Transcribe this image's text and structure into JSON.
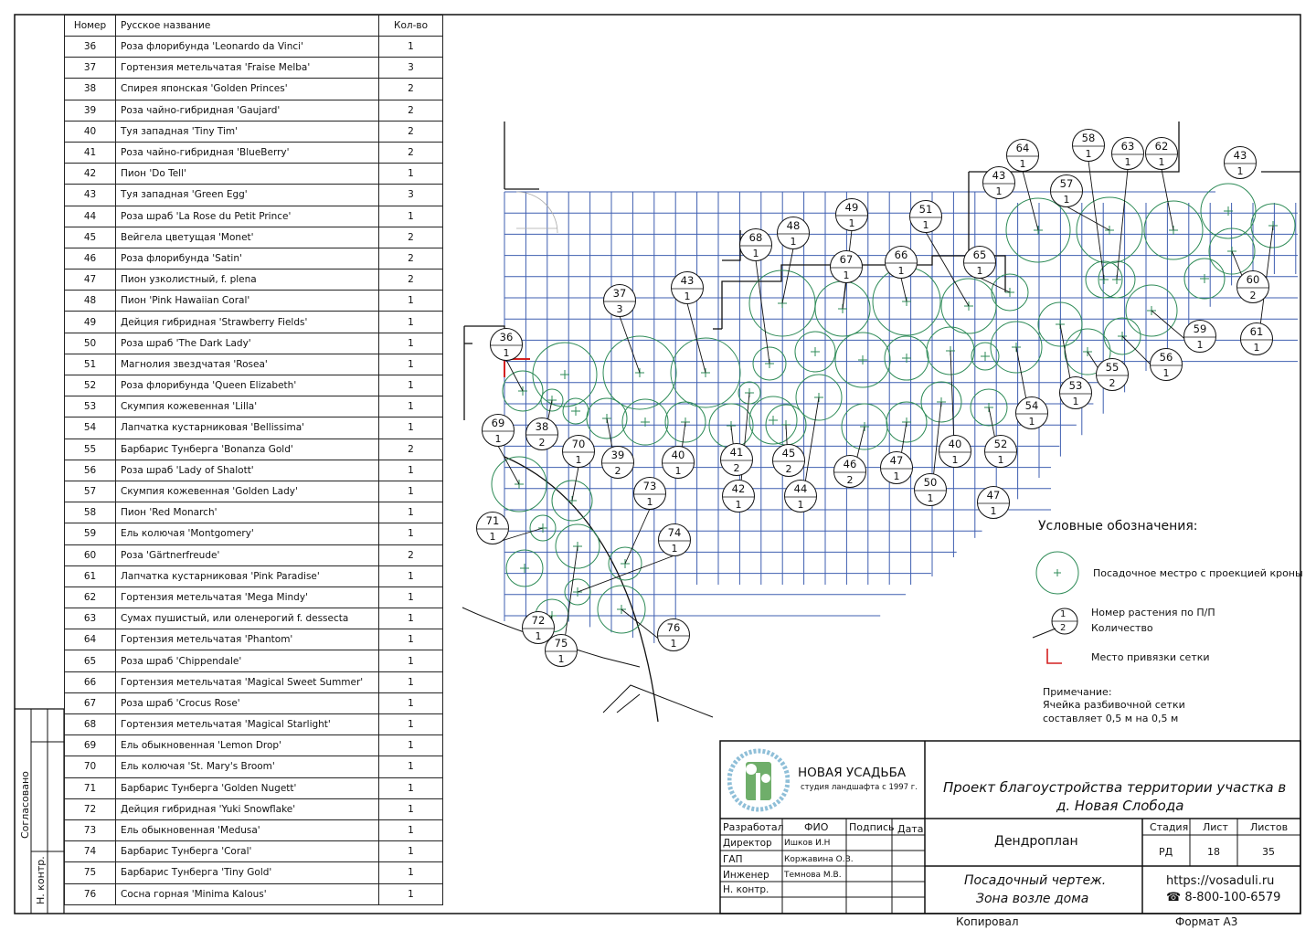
{
  "table": {
    "headers": {
      "num": "Номер",
      "name": "Русское название",
      "qty": "Кол-во"
    },
    "rows": [
      {
        "num": "36",
        "name": "Роза флорибунда 'Leonardo da Vinci'",
        "qty": "1"
      },
      {
        "num": "37",
        "name": "Гортензия метельчатая 'Fraise Melba'",
        "qty": "3"
      },
      {
        "num": "38",
        "name": "Спирея японская 'Golden Princes'",
        "qty": "2"
      },
      {
        "num": "39",
        "name": "Роза чайно-гибридная 'Gaujard'",
        "qty": "2"
      },
      {
        "num": "40",
        "name": "Туя западная 'Tiny Tim'",
        "qty": "2"
      },
      {
        "num": "41",
        "name": "Роза чайно-гибридная 'BlueBerry'",
        "qty": "2"
      },
      {
        "num": "42",
        "name": "Пион 'Do Tell'",
        "qty": "1"
      },
      {
        "num": "43",
        "name": "Туя западная 'Green Egg'",
        "qty": "3"
      },
      {
        "num": "44",
        "name": "Роза шраб 'La Rose du Petit Prince'",
        "qty": "1"
      },
      {
        "num": "45",
        "name": "Вейгела цветущая 'Monet'",
        "qty": "2"
      },
      {
        "num": "46",
        "name": "Роза флорибунда 'Satin'",
        "qty": "2"
      },
      {
        "num": "47",
        "name": "Пион узколистный, f. plena",
        "qty": "2"
      },
      {
        "num": "48",
        "name": "Пион 'Pink Hawaiian Coral'",
        "qty": "1"
      },
      {
        "num": "49",
        "name": "Дейция гибридная 'Strawberry Fields'",
        "qty": "1"
      },
      {
        "num": "50",
        "name": "Роза шраб 'The Dark Lady'",
        "qty": "1"
      },
      {
        "num": "51",
        "name": "Магнолия звездчатая 'Rosea'",
        "qty": "1"
      },
      {
        "num": "52",
        "name": "Роза флорибунда 'Queen Elizabeth'",
        "qty": "1"
      },
      {
        "num": "53",
        "name": "Скумпия кожевенная 'Lilla'",
        "qty": "1"
      },
      {
        "num": "54",
        "name": "Лапчатка кустарниковая 'Bellissima'",
        "qty": "1"
      },
      {
        "num": "55",
        "name": "Барбарис Тунберга 'Bonanza Gold'",
        "qty": "2"
      },
      {
        "num": "56",
        "name": "Роза шраб 'Lady of Shalott'",
        "qty": "1"
      },
      {
        "num": "57",
        "name": "Скумпия кожевенная 'Golden Lady'",
        "qty": "1"
      },
      {
        "num": "58",
        "name": "Пион 'Red Monarch'",
        "qty": "1"
      },
      {
        "num": "59",
        "name": "Ель колючая 'Montgomery'",
        "qty": "1"
      },
      {
        "num": "60",
        "name": "Роза 'Gärtnerfreude'",
        "qty": "2"
      },
      {
        "num": "61",
        "name": "Лапчатка кустарниковая 'Pink Paradise'",
        "qty": "1"
      },
      {
        "num": "62",
        "name": "Гортензия метельчатая 'Mega Mindy'",
        "qty": "1"
      },
      {
        "num": "63",
        "name": "Сумах пушистый, или оленерогий f. dessecta",
        "qty": "1"
      },
      {
        "num": "64",
        "name": "Гортензия метельчатая 'Phantom'",
        "qty": "1"
      },
      {
        "num": "65",
        "name": "Роза шраб 'Chippendale'",
        "qty": "1"
      },
      {
        "num": "66",
        "name": "Гортензия метельчатая 'Magical Sweet Summer'",
        "qty": "1"
      },
      {
        "num": "67",
        "name": "Роза шраб 'Crocus Rose'",
        "qty": "1"
      },
      {
        "num": "68",
        "name": "Гортензия метельчатая 'Magical Starlight'",
        "qty": "1"
      },
      {
        "num": "69",
        "name": "Ель обыкновенная 'Lemon Drop'",
        "qty": "1"
      },
      {
        "num": "70",
        "name": "Ель колючая 'St. Mary's Broom'",
        "qty": "1"
      },
      {
        "num": "71",
        "name": "Барбарис Тунберга 'Golden Nugett'",
        "qty": "1"
      },
      {
        "num": "72",
        "name": "Дейция гибридная 'Yuki Snowflake'",
        "qty": "1"
      },
      {
        "num": "73",
        "name": "Ель обыкновенная 'Medusa'",
        "qty": "1"
      },
      {
        "num": "74",
        "name": "Барбарис Тунберга 'Coral'",
        "qty": "1"
      },
      {
        "num": "75",
        "name": "Барбарис Тунберга 'Tiny Gold'",
        "qty": "1"
      },
      {
        "num": "76",
        "name": "Сосна горная 'Minima Kalous'",
        "qty": "1"
      }
    ]
  },
  "stamp": {
    "agreed": "Согласовано",
    "norm_control": "Н. контр."
  },
  "legend": {
    "title": "Условные обозначения:",
    "planting": "Посадочное местро с проекцией кроны",
    "plant_number": "Номер растения по П/П",
    "quantity": "Количество",
    "grid_anchor": "Место привязки сетки",
    "sample_top": "1",
    "sample_bottom": "2",
    "note_title": "Примечание:",
    "note_line1": "Ячейка разбивочной сетки",
    "note_line2": "составляет 0,5 м на 0,5 м"
  },
  "labels": [
    [
      "36",
      "1"
    ],
    [
      "37",
      "3"
    ],
    [
      "38",
      "2"
    ],
    [
      "39",
      "2"
    ],
    [
      "40",
      "1"
    ],
    [
      "40",
      "1"
    ],
    [
      "41",
      "2"
    ],
    [
      "42",
      "1"
    ],
    [
      "43",
      "1"
    ],
    [
      "43",
      "1"
    ],
    [
      "43",
      "1"
    ],
    [
      "44",
      "1"
    ],
    [
      "45",
      "2"
    ],
    [
      "46",
      "2"
    ],
    [
      "47",
      "1"
    ],
    [
      "47",
      "1"
    ],
    [
      "48",
      "1"
    ],
    [
      "49",
      "1"
    ],
    [
      "50",
      "1"
    ],
    [
      "51",
      "1"
    ],
    [
      "52",
      "1"
    ],
    [
      "53",
      "1"
    ],
    [
      "54",
      "1"
    ],
    [
      "55",
      "2"
    ],
    [
      "56",
      "1"
    ],
    [
      "57",
      "1"
    ],
    [
      "58",
      "1"
    ],
    [
      "59",
      "1"
    ],
    [
      "60",
      "2"
    ],
    [
      "61",
      "1"
    ],
    [
      "62",
      "1"
    ],
    [
      "63",
      "1"
    ],
    [
      "64",
      "1"
    ],
    [
      "65",
      "1"
    ],
    [
      "66",
      "1"
    ],
    [
      "67",
      "1"
    ],
    [
      "68",
      "1"
    ],
    [
      "69",
      "1"
    ],
    [
      "70",
      "1"
    ],
    [
      "71",
      "1"
    ],
    [
      "72",
      "1"
    ],
    [
      "73",
      "1"
    ],
    [
      "74",
      "1"
    ],
    [
      "75",
      "1"
    ],
    [
      "76",
      "1"
    ]
  ],
  "title_block": {
    "company": "НОВАЯ УСАДЬБА",
    "company_sub": "студия ландшафта с 1997 г.",
    "project": "Проект благоустройства территории участка в",
    "project_line2": "д. Новая Слобода",
    "col_developed": "Разработал",
    "col_fio": "ФИО",
    "col_sign": "Подпись",
    "col_date": "Дата",
    "roles": [
      {
        "role": "Директор",
        "name": "Ишков И.Н"
      },
      {
        "role": "ГАП",
        "name": "Коржавина О.В."
      },
      {
        "role": "Инженер",
        "name": "Темнова М.В."
      },
      {
        "role": "Н. контр.",
        "name": ""
      }
    ],
    "sheet_name": "Дендроплан",
    "stage_label": "Стадия",
    "sheet_label": "Лист",
    "sheets_label": "Листов",
    "stage": "РД",
    "sheet": "18",
    "sheets": "35",
    "drawing_line1": "Посадочный чертеж.",
    "drawing_line2": "Зона возле дома",
    "website": "https://vosaduli.ru",
    "phone": "8-800-100-6579",
    "copied": "Копировал",
    "format": "Формат  А3"
  },
  "colors": {
    "grid": "#3f5fb0",
    "plant": "#2e8b57",
    "anchor": "#d42020",
    "ink": "#111111"
  }
}
